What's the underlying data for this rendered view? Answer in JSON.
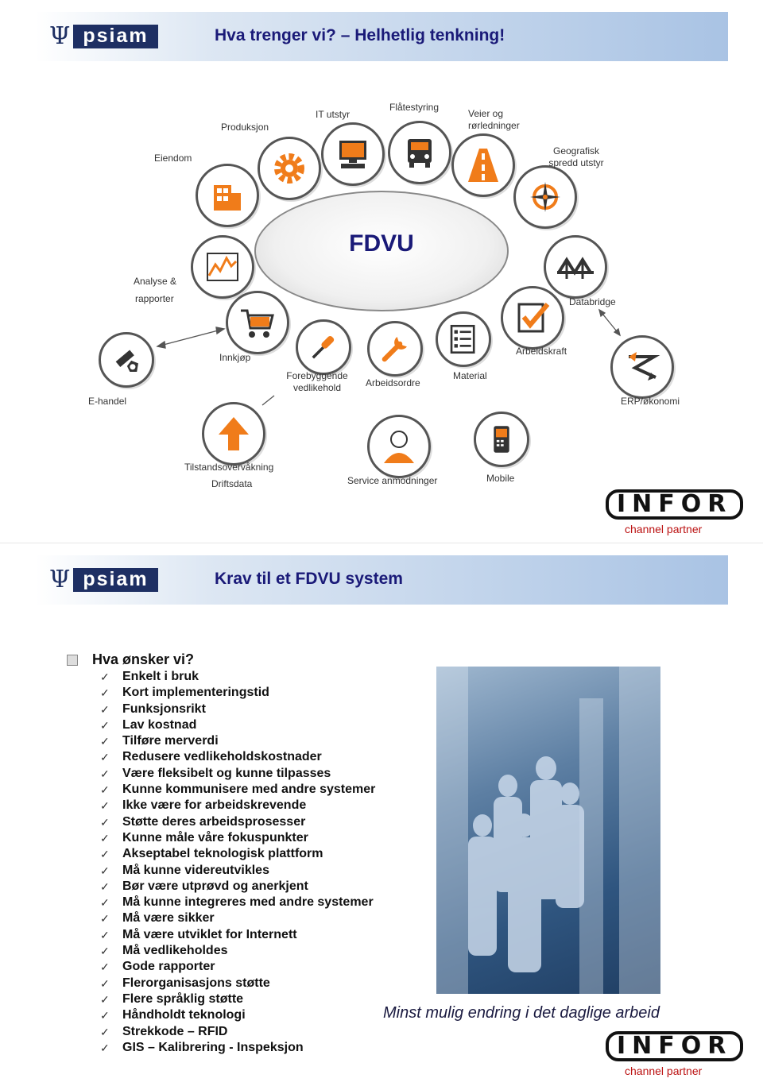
{
  "slide1": {
    "logo": {
      "symbol": "Ψ",
      "text": "psiam"
    },
    "title": "Hva trenger vi? – Helhetlig tenkning!",
    "center": "FDVU",
    "labels": {
      "produksjon": "Produksjon",
      "it_utstyr": "IT utstyr",
      "flatestyring": "Flåtestyring",
      "veier": "Veier og rørledninger",
      "eiendom": "Eiendom",
      "geografisk": "Geografisk spredd utstyr",
      "analyse1": "Analyse &",
      "analyse2": "rapporter",
      "databridge": "Databridge",
      "innkjop": "Innkjøp",
      "arbeidskraft": "Arbeidskraft",
      "forebyggende": "Forebyggende vedlikehold",
      "arbeidsordre": "Arbeidsordre",
      "material": "Material",
      "ehandel": "E-handel",
      "erp": "ERP/økonomi",
      "tilstand": "Tilstandsovervåkning",
      "driftsdata": "Driftsdata",
      "service": "Service anmodninger",
      "mobile": "Mobile"
    },
    "infor": {
      "word": "INFOR",
      "sub": "channel partner"
    }
  },
  "slide2": {
    "logo": {
      "symbol": "Ψ",
      "text": "psiam"
    },
    "title": "Krav til et FDVU system",
    "heading": "Hva ønsker vi?",
    "check": "✓",
    "items": [
      "Enkelt i bruk",
      "Kort implementeringstid",
      "Funksjonsrikt",
      "Lav kostnad",
      "Tilføre merverdi",
      "Redusere vedlikeholdskostnader",
      "Være fleksibelt og kunne tilpasses",
      "Kunne kommunisere med andre systemer",
      "Ikke være for arbeidskrevende",
      "Støtte deres arbeidsprosesser",
      "Kunne måle våre fokuspunkter",
      "Akseptabel teknologisk plattform",
      "Må kunne videreutvikles",
      "Bør være utprøvd og anerkjent",
      "Må kunne integreres med andre systemer",
      "Må være sikker",
      "Må være utviklet for Internett",
      "Må vedlikeholdes",
      "Gode rapporter",
      "Flerorganisasjons støtte",
      "Flere språklig støtte",
      "Håndholdt teknologi",
      "Strekkode – RFID",
      "GIS – Kalibrering - Inspeksjon"
    ],
    "caption": "Minst mulig endring i det daglige arbeid",
    "infor": {
      "word": "INFOR",
      "sub": "channel partner"
    }
  },
  "colors": {
    "title_blue": "#1a1a78",
    "icon_orange": "#f07c1a",
    "logo_navy": "#1e2f63"
  }
}
